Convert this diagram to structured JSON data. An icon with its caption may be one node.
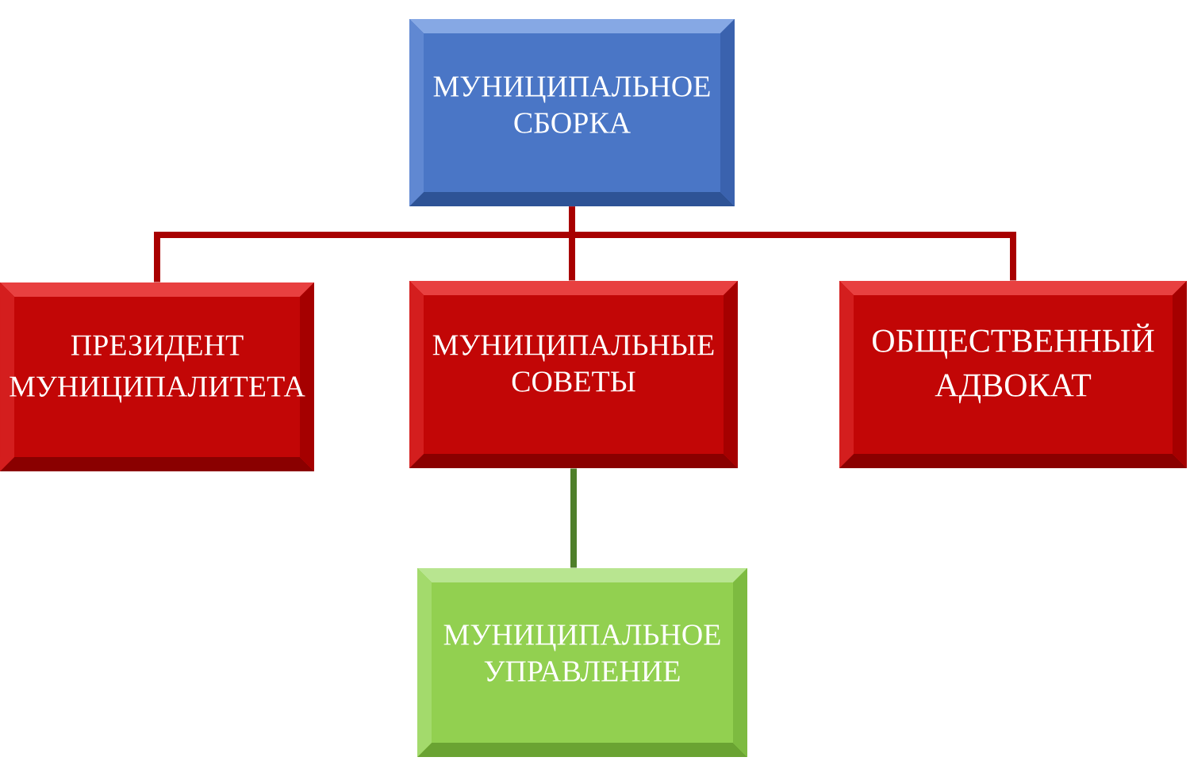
{
  "diagram": {
    "nodes": [
      {
        "text": [
          "МУНИЦИПАЛЬНОЕ СБОРКА"
        ]
      },
      {
        "text": [
          "ПРЕЗИДЕНТ МУНИЦИПАЛИТЕТА"
        ]
      },
      {
        "text": [
          "МУНИЦИПАЛЬНЫЕ СОВЕТЫ"
        ]
      },
      {
        "text": [
          "ОБЩЕСТВЕННЫЙ АДВОКАТ"
        ]
      },
      {
        "text": [
          "МУНИЦИПАЛЬНОЕ УПРАВЛЕНИЕ"
        ]
      }
    ],
    "edges": [
      {
        "from": 0,
        "to": 1,
        "arrow": "none"
      },
      {
        "from": 0,
        "to": 2,
        "arrow": "none"
      },
      {
        "from": 0,
        "to": 3,
        "arrow": "none"
      },
      {
        "from": 2,
        "to": 4,
        "arrow": "none",
        "color": "#4f7f2a"
      }
    ]
  }
}
